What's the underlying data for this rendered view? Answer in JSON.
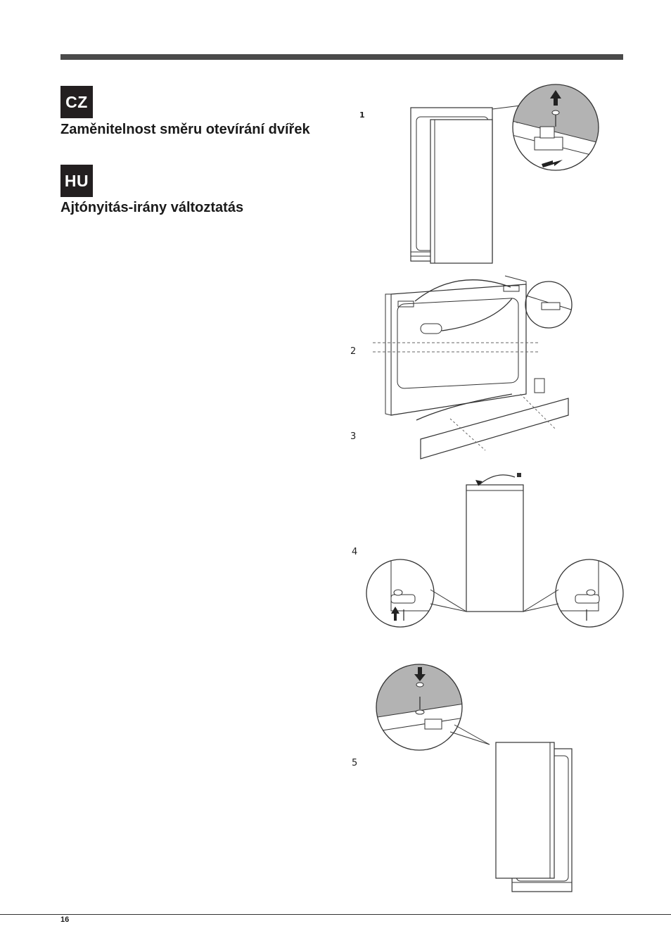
{
  "sections": [
    {
      "lang_code": "CZ",
      "heading": "Zaměnitelnost směru otevírání dvířek"
    },
    {
      "lang_code": "HU",
      "heading": "Ajtónyitás-irány változtatás"
    }
  ],
  "steps": [
    "1",
    "2",
    "3",
    "4",
    "5"
  ],
  "footer": {
    "page_number": "16"
  },
  "colors": {
    "badge_bg": "#231f20",
    "rule": "#4a4a4a",
    "detail_grey": "#b3b3b3"
  }
}
